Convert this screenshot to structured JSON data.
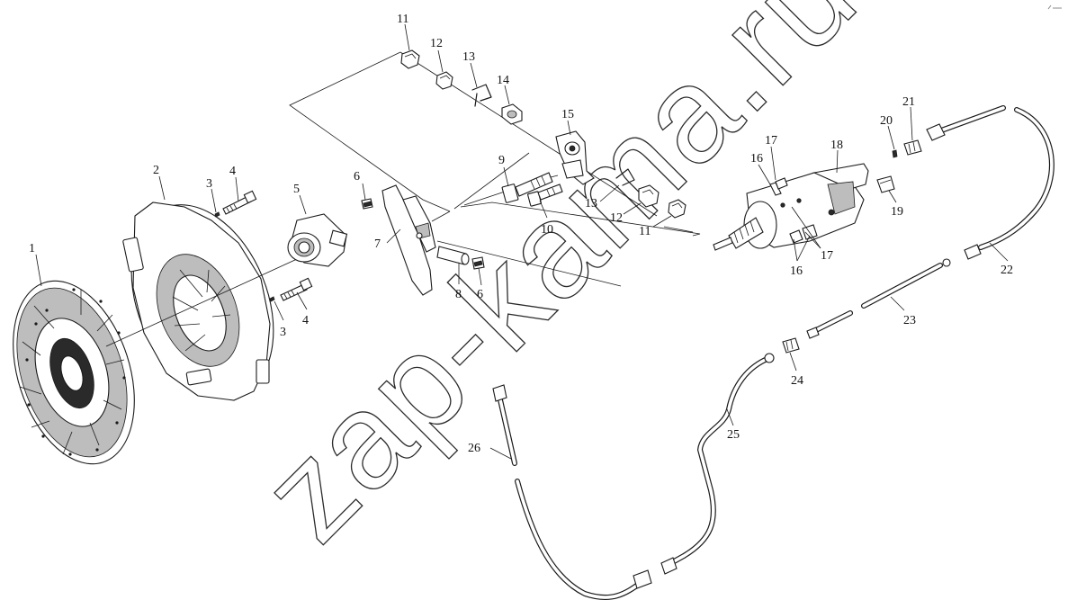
{
  "watermark": "zap-kama.ru",
  "callouts": [
    {
      "id": "c1",
      "text": "1"
    },
    {
      "id": "c2",
      "text": "2"
    },
    {
      "id": "c3a",
      "text": "3"
    },
    {
      "id": "c3b",
      "text": "3"
    },
    {
      "id": "c4a",
      "text": "4"
    },
    {
      "id": "c4b",
      "text": "4"
    },
    {
      "id": "c5",
      "text": "5"
    },
    {
      "id": "c6a",
      "text": "6"
    },
    {
      "id": "c6b",
      "text": "6"
    },
    {
      "id": "c7",
      "text": "7"
    },
    {
      "id": "c8",
      "text": "8"
    },
    {
      "id": "c9",
      "text": "9"
    },
    {
      "id": "c10",
      "text": "10"
    },
    {
      "id": "c11a",
      "text": "11"
    },
    {
      "id": "c11b",
      "text": "11"
    },
    {
      "id": "c12a",
      "text": "12"
    },
    {
      "id": "c12b",
      "text": "12"
    },
    {
      "id": "c13a",
      "text": "13"
    },
    {
      "id": "c13b",
      "text": "13"
    },
    {
      "id": "c14",
      "text": "14"
    },
    {
      "id": "c15",
      "text": "15"
    },
    {
      "id": "c16a",
      "text": "16"
    },
    {
      "id": "c16b",
      "text": "16"
    },
    {
      "id": "c17a",
      "text": "17"
    },
    {
      "id": "c17b",
      "text": "17"
    },
    {
      "id": "c18",
      "text": "18"
    },
    {
      "id": "c19",
      "text": "19"
    },
    {
      "id": "c20",
      "text": "20"
    },
    {
      "id": "c21",
      "text": "21"
    },
    {
      "id": "c22",
      "text": "22"
    },
    {
      "id": "c23",
      "text": "23"
    },
    {
      "id": "c24",
      "text": "24"
    },
    {
      "id": "c25",
      "text": "25"
    },
    {
      "id": "c26",
      "text": "26"
    }
  ]
}
